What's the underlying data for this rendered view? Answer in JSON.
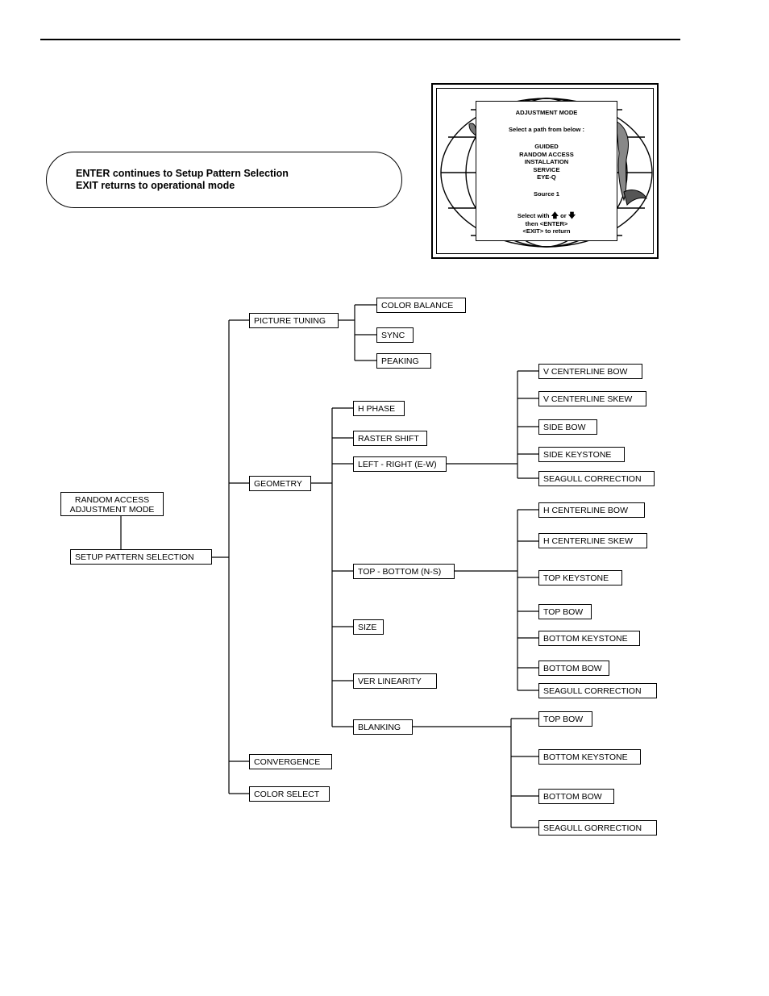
{
  "instruction": {
    "line1": "ENTER continues to Setup Pattern Selection",
    "line2": "EXIT returns to operational mode"
  },
  "screen_menu": {
    "title": "ADJUSTMENT MODE",
    "prompt": "Select a path from below :",
    "options": [
      "GUIDED",
      "RANDOM ACCESS",
      "INSTALLATION",
      "SERVICE",
      "EYE-Q"
    ],
    "source": "Source  1",
    "help1_pre": "Select with",
    "help1_mid": "or",
    "help2": "then <ENTER>",
    "help3": "<EXIT> to return",
    "icon_up": "up-arrow-icon",
    "icon_down": "down-arrow-icon"
  },
  "tree": {
    "root_line1": "RANDOM ACCESS",
    "root_line2": "ADJUSTMENT MODE",
    "setup": "SETUP PATTERN SELECTION",
    "picture_tuning": "PICTURE TUNING",
    "color_balance": "COLOR BALANCE",
    "sync": "SYNC",
    "peaking": "PEAKING",
    "geometry": "GEOMETRY",
    "h_phase": "H PHASE",
    "raster_shift": "RASTER SHIFT",
    "left_right": "LEFT - RIGHT (E-W)",
    "lr_items": [
      "V CENTERLINE BOW",
      "V CENTERLINE SKEW",
      "SIDE BOW",
      "SIDE KEYSTONE",
      "SEAGULL CORRECTION"
    ],
    "top_bottom": "TOP - BOTTOM (N-S)",
    "tb_items": [
      "H CENTERLINE BOW",
      "H CENTERLINE SKEW",
      "TOP KEYSTONE",
      "TOP BOW",
      "BOTTOM KEYSTONE",
      "BOTTOM BOW",
      "SEAGULL CORRECTION"
    ],
    "size": "SIZE",
    "ver_linearity": "VER LINEARITY",
    "blanking": "BLANKING",
    "bl_items": [
      "TOP BOW",
      "BOTTOM KEYSTONE",
      "BOTTOM BOW",
      "SEAGULL GORRECTION"
    ],
    "convergence": "CONVERGENCE",
    "color_select": "COLOR SELECT"
  }
}
